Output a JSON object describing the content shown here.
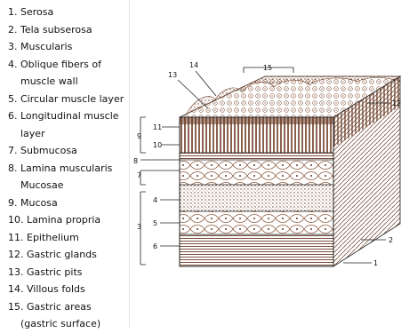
{
  "legend": [
    {
      "line1": "1. Serosa"
    },
    {
      "line1": "2. Tela subserosa"
    },
    {
      "line1": "3. Muscularis"
    },
    {
      "line1": "4. Oblique fibers of",
      "line2": "muscle wall"
    },
    {
      "line1": "5. Circular muscle layer"
    },
    {
      "line1": "6. Longitudinal muscle",
      "line2": "layer"
    },
    {
      "line1": "7. Submucosa"
    },
    {
      "line1": "8. Lamina muscularis",
      "line2": "Mucosae"
    },
    {
      "line1": "9. Mucosa"
    },
    {
      "line1": "10. Lamina propria"
    },
    {
      "line1": "11. Epithelium"
    },
    {
      "line1": "12. Gastric glands"
    },
    {
      "line1": "13. Gastric pits"
    },
    {
      "line1": "14. Villous folds"
    },
    {
      "line1": "15. Gastric areas",
      "line2": "(gastric surface)"
    }
  ],
  "callouts": {
    "n1": "1",
    "n2": "2",
    "n3": "3",
    "n4": "4",
    "n5": "5",
    "n6": "6",
    "n7": "7",
    "n8": "8",
    "n9": "9",
    "n10": "10",
    "n11": "11",
    "n12": "12",
    "n13": "13",
    "n14": "14",
    "n15": "15"
  },
  "colors": {
    "tissue_dark": "#6b3b24",
    "tissue_mid": "#8a5a3c",
    "tissue_light": "#c8a48a",
    "outline": "#222222"
  }
}
